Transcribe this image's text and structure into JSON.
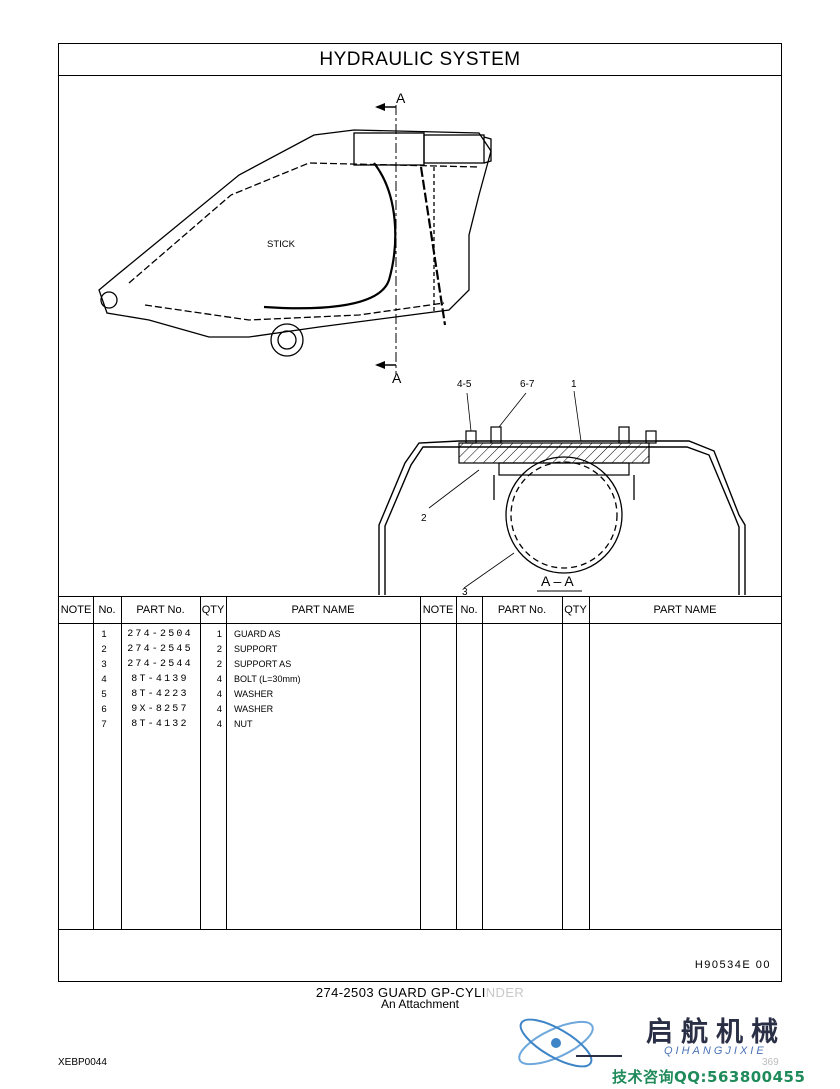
{
  "header": {
    "title": "HYDRAULIC   SYSTEM"
  },
  "drawing": {
    "label_stick": "STICK",
    "section_top": "A",
    "section_bottom": "A",
    "callouts": {
      "c45": "4-5",
      "c67": "6-7",
      "c1": "1",
      "c2": "2",
      "c3": "3"
    },
    "section_title": "A – A"
  },
  "parts_table": {
    "columns": [
      "NOTE",
      "No.",
      "PART No.",
      "QTY",
      "PART NAME"
    ],
    "columns_right": [
      "NOTE",
      "No.",
      "PART No.",
      "QTY",
      "PART NAME"
    ],
    "rows": [
      {
        "no": "1",
        "part_no": "274-2504",
        "qty": "1",
        "name": "GUARD  AS"
      },
      {
        "no": "2",
        "part_no": "274-2545",
        "qty": "2",
        "name": "SUPPORT"
      },
      {
        "no": "3",
        "part_no": "274-2544",
        "qty": "2",
        "name": "SUPPORT  AS"
      },
      {
        "no": "4",
        "part_no": "8T-4139",
        "qty": "4",
        "name": "BOLT (L=30mm)"
      },
      {
        "no": "5",
        "part_no": "8T-4223",
        "qty": "4",
        "name": "WASHER"
      },
      {
        "no": "6",
        "part_no": "9X-8257",
        "qty": "4",
        "name": "WASHER"
      },
      {
        "no": "7",
        "part_no": "8T-4132",
        "qty": "4",
        "name": "NUT"
      }
    ]
  },
  "footer": {
    "drawing_code": "H90534E    00",
    "caption_main": "274-2503   GUARD  GP-CYLI",
    "caption_main_faded": "NDER",
    "caption_sub": "An Attachment",
    "sheet_code": "XEBP0044"
  },
  "watermark": {
    "logo_cn": "启航机械",
    "logo_en": "QIHANGJIXIE",
    "contact": "技术咨询QQ:563800455",
    "page_no": "369",
    "colors": {
      "cn": "#2a2f45",
      "en": "#4b73b4",
      "contact": "#1f8a5a"
    }
  }
}
